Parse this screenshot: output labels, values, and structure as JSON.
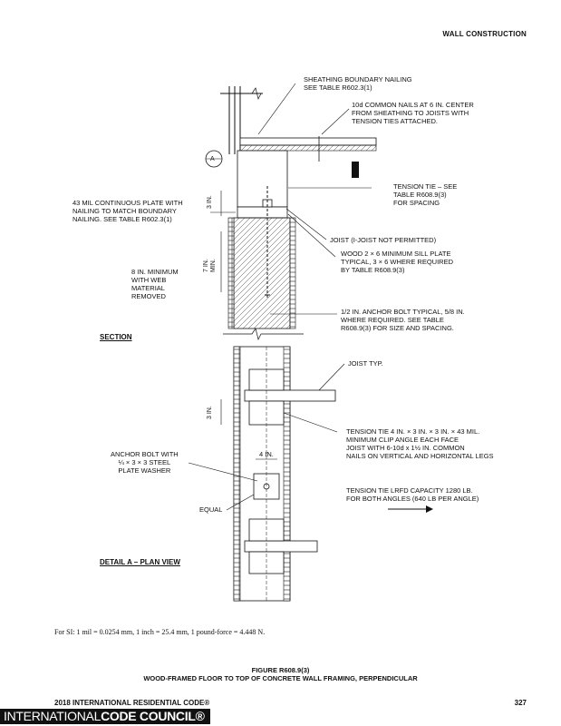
{
  "header": {
    "section": "WALL CONSTRUCTION"
  },
  "labels": {
    "sheathing": "SHEATHING BOUNDARY NAILING\nSEE TABLE R602.3(1)",
    "nails10d": "10d COMMON NAILS AT 6 IN. CENTER\nFROM SHEATHING TO JOISTS WITH\nTENSION TIES ATTACHED.",
    "circle_a": "A",
    "tension_tie_see": "TENSION TIE – SEE\nTABLE R608.9(3)\nFOR SPACING",
    "mil43": "43 MIL CONTINUOUS PLATE WITH\nNAILING TO MATCH BOUNDARY\nNAILING. SEE TABLE R602.3(1)",
    "joist_note": "JOIST (I-JOIST NOT PERMITTED)",
    "sill_plate": "WOOD 2 × 6 MINIMUM SILL PLATE\nTYPICAL, 3 × 6 WHERE REQUIRED\nBY TABLE R608.9(3)",
    "eight_in": "8 IN. MINIMUM\nWITH WEB\nMATERIAL\nREMOVED",
    "anchor_bolt_note": "1/2 IN. ANCHOR BOLT TYPICAL, 5/8 IN.\nWHERE REQUIRED. SEE TABLE\nR608.9(3) FOR SIZE AND SPACING.",
    "section": "SECTION",
    "joist_typ": "JOIST TYP.",
    "tension_tie_4in": "TENSION TIE 4 IN. × 3 IN. × 3 IN. × 43 MIL.\nMINIMUM CLIP ANGLE EACH FACE\nJOIST WITH 6-10d x 1½ IN. COMMON\nNAILS ON VERTICAL AND HORIZONTAL LEGS",
    "anchor_washer": "ANCHOR BOLT WITH\n¼ × 3 × 3 STEEL\nPLATE WASHER",
    "four_in": "4 IN.",
    "capacity": "TENSION TIE LRFD CAPACITY 1280 LB.\nFOR BOTH ANGLES (640 LB PER ANGLE)",
    "equal": "EQUAL",
    "detail_a": "DETAIL A – PLAN VIEW",
    "dim_3in_top": "3 IN.",
    "dim_7in": "7 IN.\nMIN.",
    "dim_3in_plan": "3 IN."
  },
  "footnote": "For SI: 1 mil = 0.0254 mm, 1 inch = 25.4 mm, 1 pound-force = 4.448 N.",
  "figure": {
    "number": "FIGURE R608.9(3)",
    "title": "WOOD-FRAMED FLOOR TO TOP OF CONCRETE WALL FRAMING, PERPENDICULAR"
  },
  "footer": {
    "code": "2018 INTERNATIONAL RESIDENTIAL CODE®",
    "page": "327",
    "logo_left": "INTERNATIONAL",
    "logo_right": "CODE COUNCIL®"
  }
}
